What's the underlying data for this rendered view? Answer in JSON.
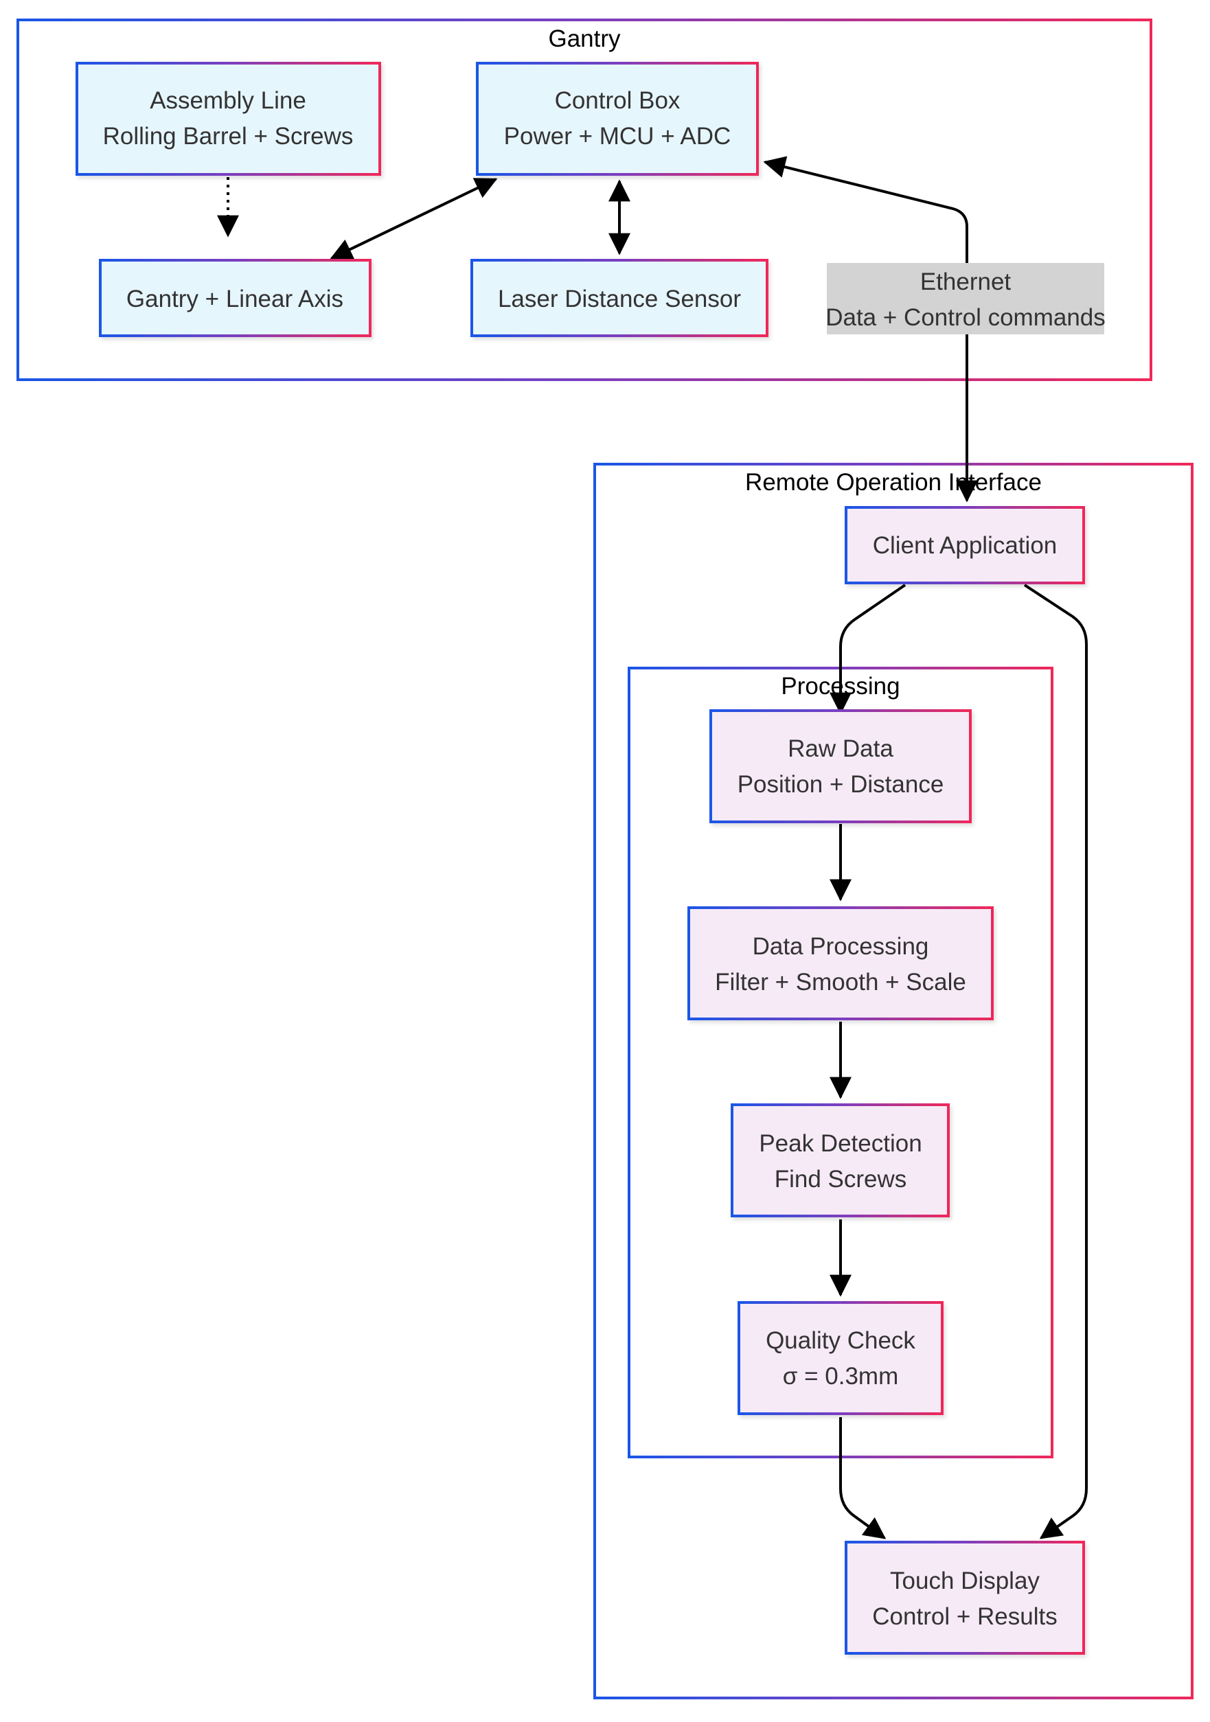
{
  "diagram": {
    "colors": {
      "gradient_start": "#1a56e8",
      "gradient_mid": "#7b3fbf",
      "gradient_end": "#f0285a",
      "gantry_node_fill": "#e6f6fd",
      "remote_node_fill": "#f6eaf6",
      "edge_label_bg": "#d3d3d3",
      "edge": "#000000",
      "text": "#333333"
    },
    "clusters": {
      "gantry": {
        "title": "Gantry"
      },
      "remote": {
        "title": "Remote Operation Interface"
      },
      "processing": {
        "title": "Processing"
      }
    },
    "nodes": {
      "assembly_line": {
        "line1": "Assembly Line",
        "line2": "Rolling Barrel + Screws"
      },
      "control_box": {
        "line1": "Control Box",
        "line2": "Power + MCU + ADC"
      },
      "gantry_axis": {
        "line1": "Gantry + Linear Axis"
      },
      "laser_sensor": {
        "line1": "Laser Distance Sensor"
      },
      "client_app": {
        "line1": "Client Application"
      },
      "raw_data": {
        "line1": "Raw Data",
        "line2": "Position + Distance"
      },
      "data_processing": {
        "line1": "Data Processing",
        "line2": "Filter + Smooth + Scale"
      },
      "peak_detection": {
        "line1": "Peak Detection",
        "line2": "Find Screws"
      },
      "quality_check": {
        "line1": "Quality Check",
        "line2": "σ = 0.3mm"
      },
      "touch_display": {
        "line1": "Touch Display",
        "line2": "Control + Results"
      }
    },
    "edge_labels": {
      "ethernet": {
        "line1": "Ethernet",
        "line2": "Data + Control commands"
      }
    },
    "edges": [
      {
        "from": "Assembly Line",
        "to": "Gantry + Linear Axis",
        "style": "dotted",
        "direction": "forward"
      },
      {
        "from": "Control Box",
        "to": "Gantry + Linear Axis",
        "style": "solid",
        "direction": "both"
      },
      {
        "from": "Control Box",
        "to": "Laser Distance Sensor",
        "style": "solid",
        "direction": "both"
      },
      {
        "from": "Client Application",
        "to": "Control Box",
        "style": "solid",
        "direction": "both",
        "label": "Ethernet"
      },
      {
        "from": "Client Application",
        "to": "Raw Data",
        "style": "solid",
        "direction": "forward"
      },
      {
        "from": "Raw Data",
        "to": "Data Processing",
        "style": "solid",
        "direction": "forward"
      },
      {
        "from": "Data Processing",
        "to": "Peak Detection",
        "style": "solid",
        "direction": "forward"
      },
      {
        "from": "Peak Detection",
        "to": "Quality Check",
        "style": "solid",
        "direction": "forward"
      },
      {
        "from": "Quality Check",
        "to": "Touch Display",
        "style": "solid",
        "direction": "forward"
      },
      {
        "from": "Client Application",
        "to": "Touch Display",
        "style": "solid",
        "direction": "forward"
      }
    ]
  }
}
